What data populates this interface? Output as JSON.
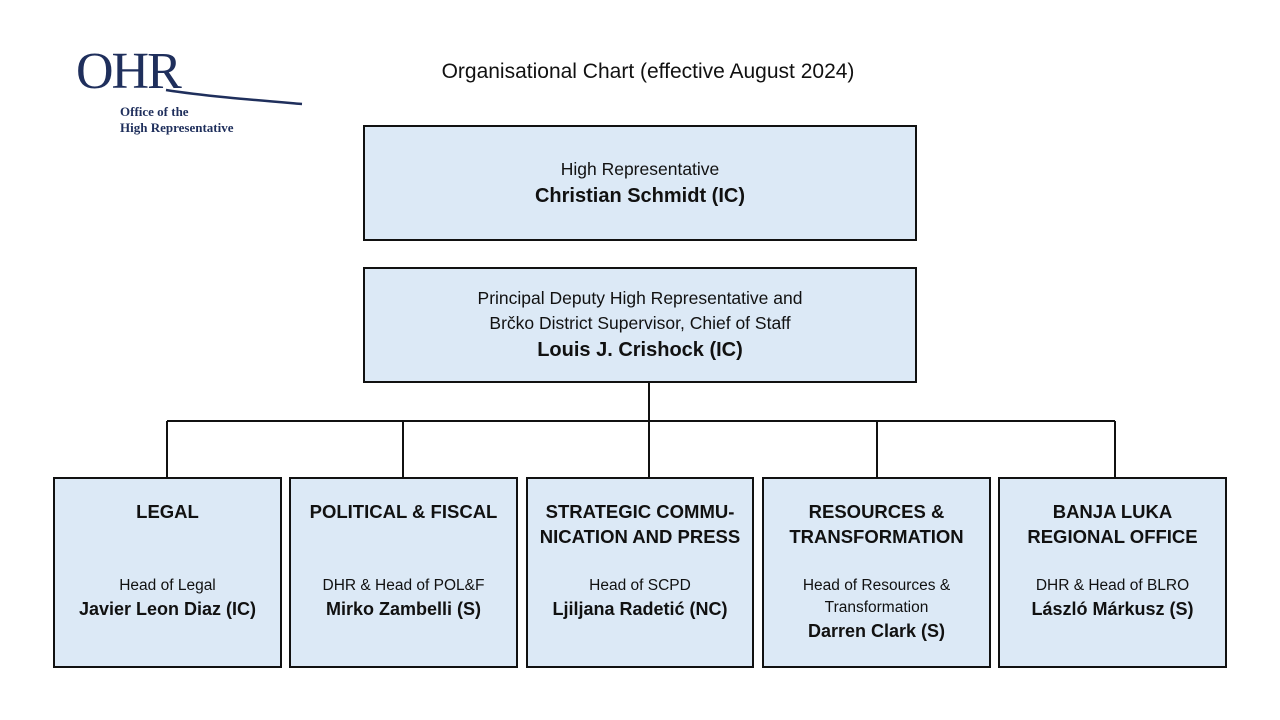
{
  "logo": {
    "mark": "OHR",
    "line1": "Office of the",
    "line2": "High Representative",
    "color": "#1f2f5c"
  },
  "title": "Organisational Chart (effective August 2024)",
  "box_fill": "#dce9f6",
  "high_rep": {
    "role": "High Representative",
    "name": "Christian Schmidt (IC)"
  },
  "pdhr": {
    "role_line1": "Principal Deputy High Representative and",
    "role_line2": "Brčko District Supervisor, Chief of Staff",
    "name": "Louis J. Crishock (IC)"
  },
  "departments": [
    {
      "title": "LEGAL",
      "role": "Head of Legal",
      "name": "Javier Leon Diaz (IC)"
    },
    {
      "title": "POLITICAL & FISCAL",
      "role": "DHR & Head of POL&F",
      "name": "Mirko Zambelli (S)"
    },
    {
      "title": "STRATEGIC COMMU-\nNICATION AND PRESS",
      "role": "Head of SCPD",
      "name": "Ljiljana Radetić (NC)"
    },
    {
      "title": "RESOURCES &\nTRANSFORMATION",
      "role": "Head of Resources &\nTransformation",
      "name": "Darren Clark (S)"
    },
    {
      "title": "BANJA LUKA\nREGIONAL OFFICE",
      "role": "DHR & Head of BLRO",
      "name": "László Márkusz (S)"
    }
  ]
}
